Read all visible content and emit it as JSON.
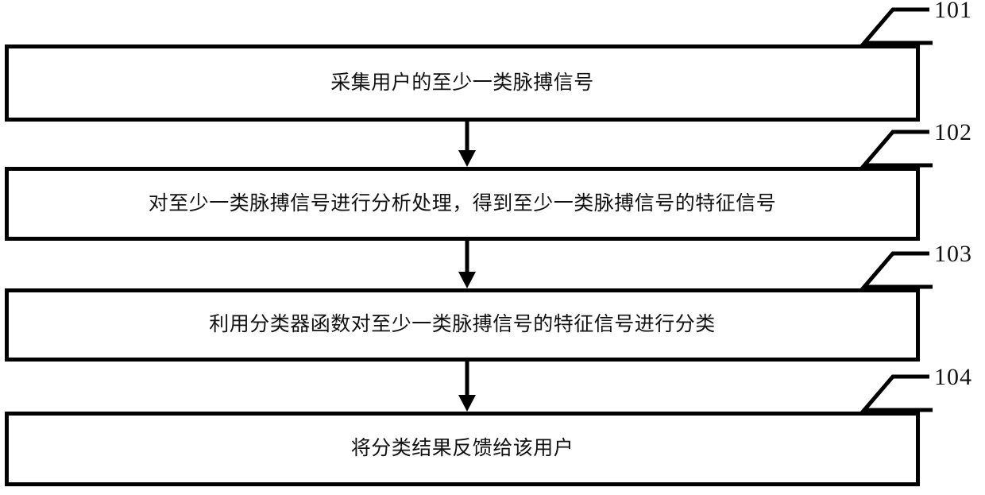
{
  "diagram": {
    "type": "flowchart",
    "orientation": "vertical",
    "language": "zh-CN",
    "stroke_color": "#000000",
    "background_color": "#ffffff",
    "text_color": "#111111",
    "steps": [
      {
        "ref": "101",
        "text": "采集用户的至少一类脉搏信号"
      },
      {
        "ref": "102",
        "text": "对至少一类脉搏信号进行分析处理，得到至少一类脉搏信号的特征信号"
      },
      {
        "ref": "103",
        "text": "利用分类器函数对至少一类脉搏信号的特征信号进行分类"
      },
      {
        "ref": "104",
        "text": "将分类结果反馈给该用户"
      }
    ],
    "connectors": [
      {
        "from": "101",
        "to": "102",
        "arrow": "down-arrow-icon"
      },
      {
        "from": "102",
        "to": "103",
        "arrow": "down-arrow-icon"
      },
      {
        "from": "103",
        "to": "104",
        "arrow": "down-arrow-icon"
      }
    ]
  }
}
